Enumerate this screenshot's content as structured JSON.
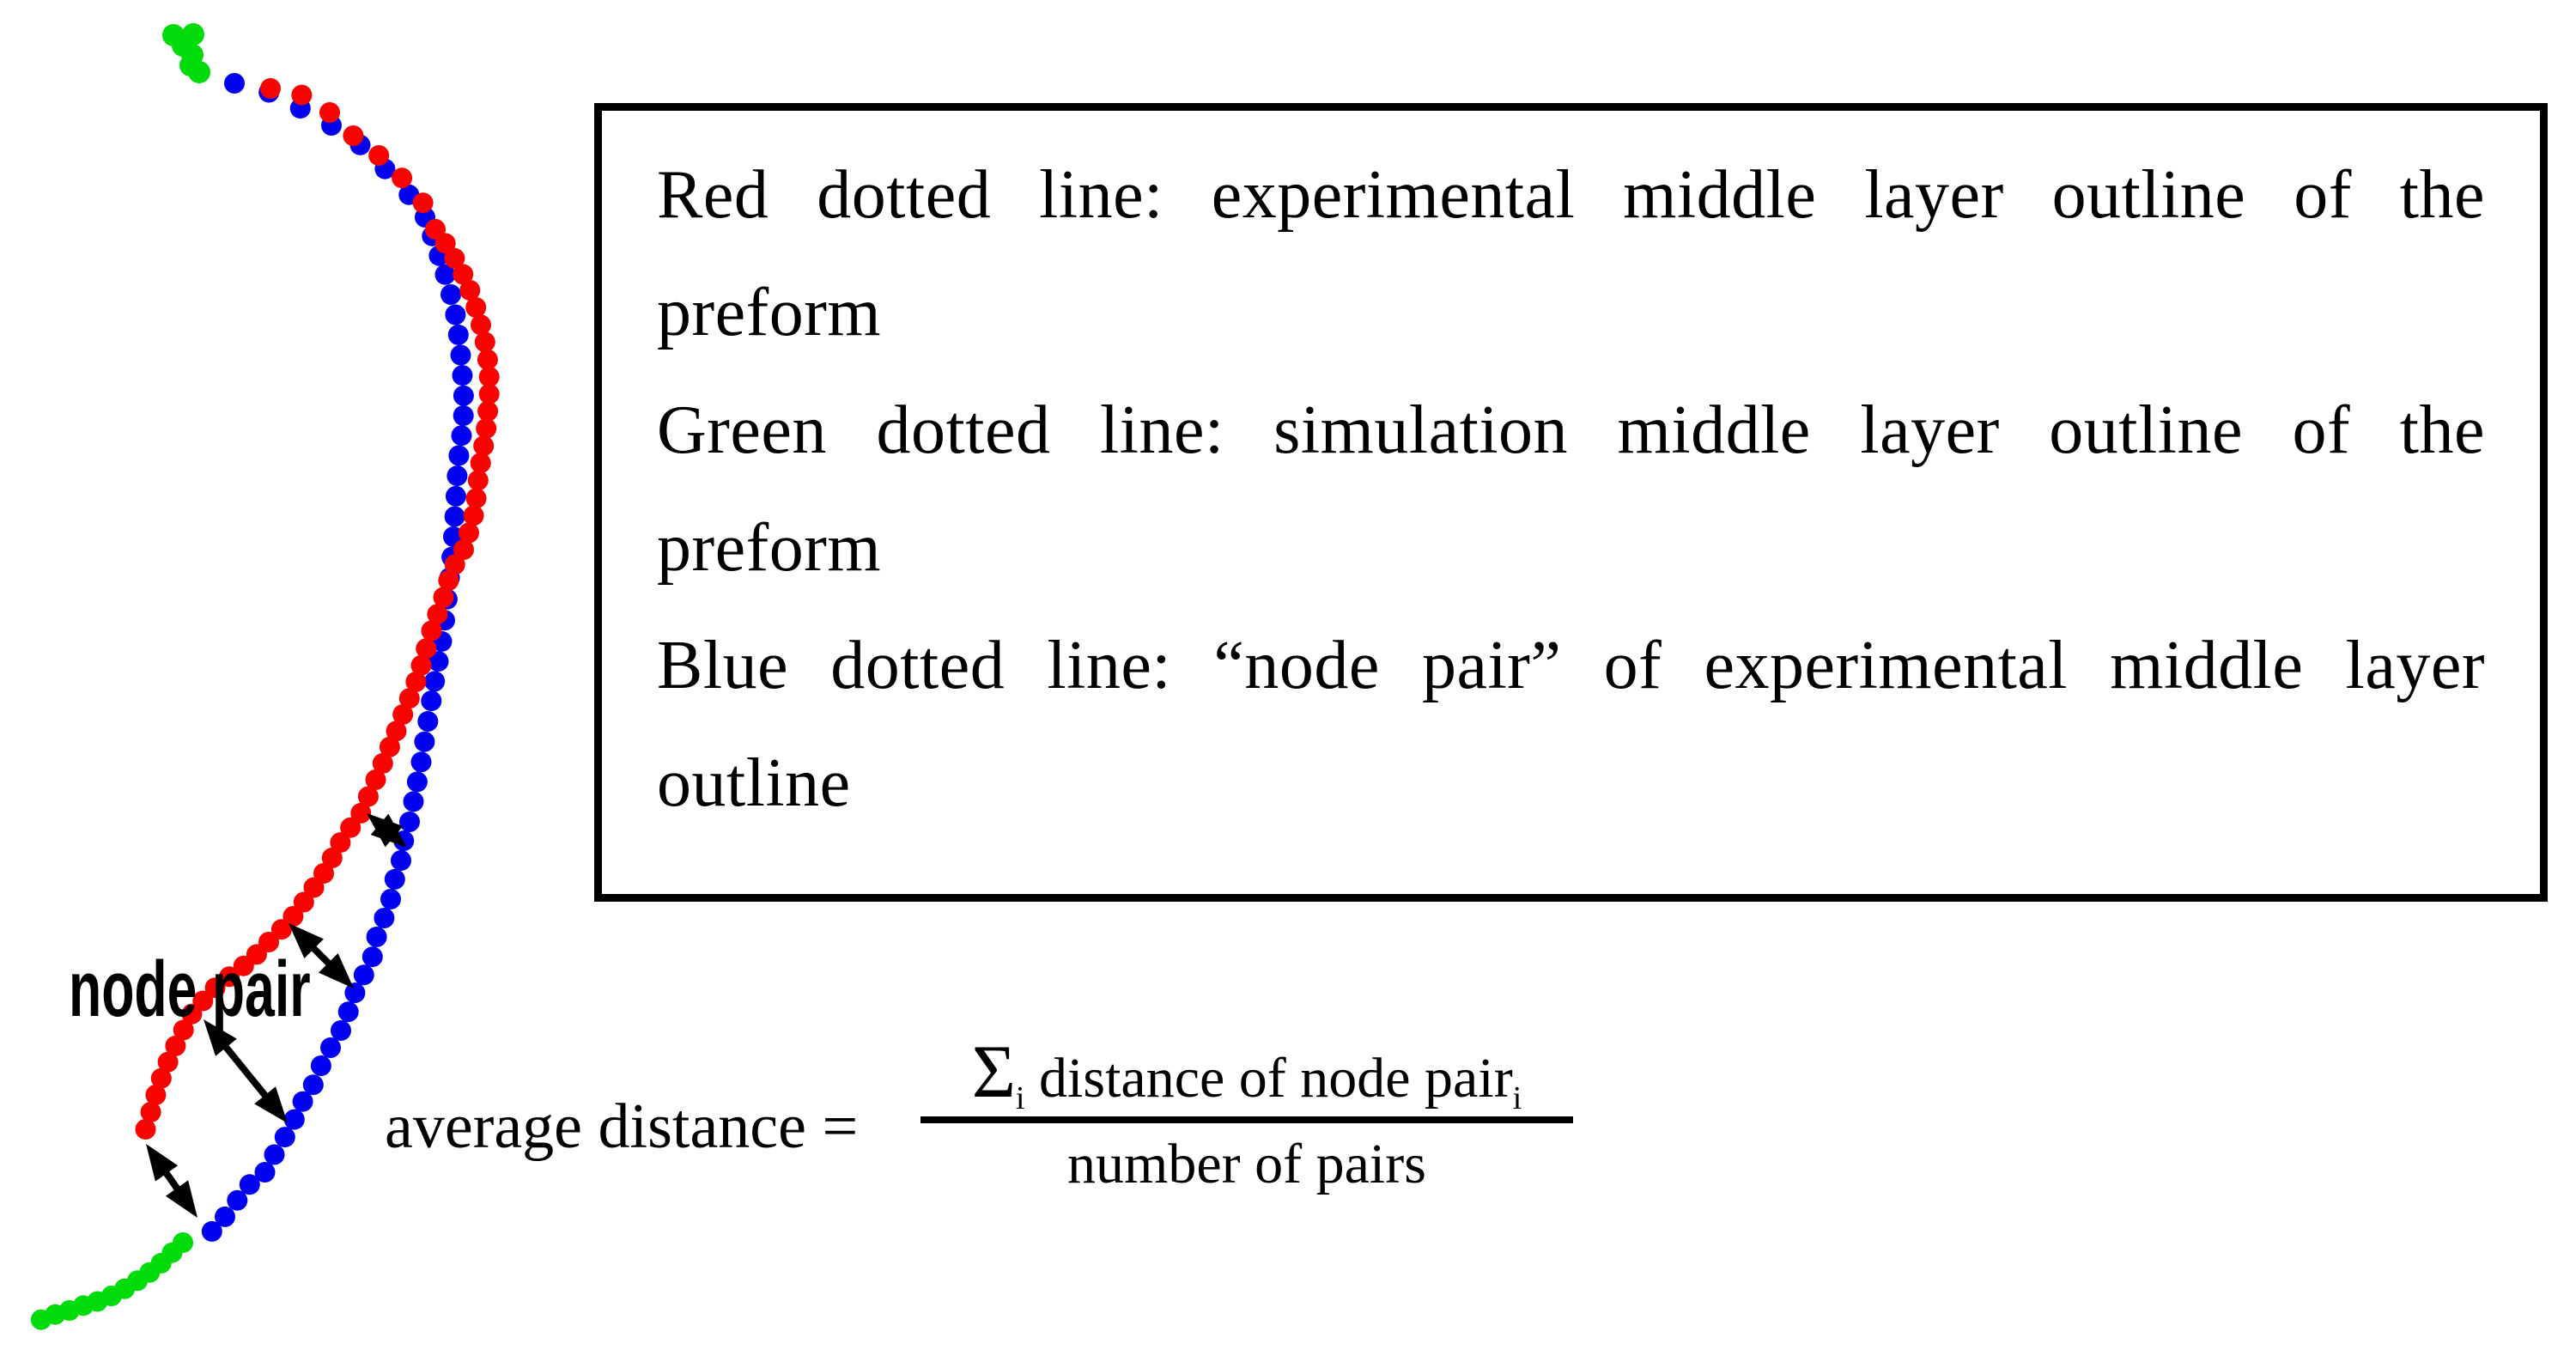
{
  "figure": {
    "legend_box": {
      "lines": [
        {
          "text": "Red dotted line: experimental middle layer outline of the",
          "justify": true
        },
        {
          "text": "preform",
          "justify": false
        },
        {
          "text": "Green dotted line: simulation middle layer outline of the",
          "justify": true
        },
        {
          "text": "preform",
          "justify": false
        },
        {
          "text": "Blue dotted line: “node pair” of experimental middle layer",
          "justify": true
        },
        {
          "text": "outline",
          "justify": false
        }
      ]
    },
    "node_pair_label": "node pair",
    "formula": {
      "lhs": "average distance",
      "equals": "=",
      "sigma": "Σ",
      "sigma_sub": "i",
      "numerator_text": " distance of node pair",
      "numerator_sub": "i",
      "denominator": "number of pairs"
    },
    "colors": {
      "red": "#f80400",
      "green": "#00dc0a",
      "blue": "#0101f0",
      "black": "#000000"
    },
    "chart_data": {
      "type": "scatter",
      "dot_radius": 12,
      "series": [
        {
          "name": "experimental-middle-layer-outline",
          "color_key": "red",
          "segments": [
            {
              "spacing": 37,
              "points": [
                [
                  315,
                  103
                ],
                [
                  350,
                  110
                ],
                [
                  384,
                  131
                ],
                [
                  409,
                  156
                ],
                [
                  440,
                  180
                ],
                [
                  466,
                  205
                ],
                [
                  490,
                  232
                ],
                [
                  507,
                  267
                ]
              ]
            },
            {
              "spacing": 20,
              "points": [
                [
                  507,
                  267
                ],
                [
                  523,
                  290
                ],
                [
                  538,
                  317
                ],
                [
                  551,
                  348
                ],
                [
                  563,
                  390
                ],
                [
                  568,
                  420
                ],
                [
                  570,
                  450
                ],
                [
                  568,
                  480
                ],
                [
                  565,
                  508
                ],
                [
                  558,
                  550
                ],
                [
                  553,
                  593
                ],
                [
                  548,
                  613
                ],
                [
                  540,
                  640
                ],
                [
                  527,
                  663
                ],
                [
                  515,
                  700
                ],
                [
                  503,
                  733
                ],
                [
                  492,
                  770
                ],
                [
                  484,
                  795
                ],
                [
                  472,
                  825
                ],
                [
                  458,
                  860
                ],
                [
                  444,
                  893
                ],
                [
                  430,
                  925
                ],
                [
                  417,
                  953
                ],
                [
                  403,
                  970
                ],
                [
                  390,
                  993
                ],
                [
                  377,
                  1017
                ],
                [
                  363,
                  1037
                ],
                [
                  347,
                  1060
                ],
                [
                  330,
                  1080
                ],
                [
                  313,
                  1097
                ],
                [
                  293,
                  1117
                ],
                [
                  273,
                  1133
                ],
                [
                  253,
                  1148
                ],
                [
                  235,
                  1167
                ],
                [
                  222,
                  1183
                ],
                [
                  212,
                  1203
                ],
                [
                  200,
                  1227
                ],
                [
                  190,
                  1250
                ],
                [
                  182,
                  1273
                ],
                [
                  175,
                  1297
                ],
                [
                  168,
                  1320
                ]
              ]
            }
          ]
        },
        {
          "name": "node-pair-outline",
          "color_key": "blue",
          "segments": [
            {
              "spacing": 40,
              "points": [
                [
                  273,
                  97
                ],
                [
                  317,
                  109
                ],
                [
                  362,
                  133
                ],
                [
                  394,
                  151
                ],
                [
                  431,
                  178
                ],
                [
                  454,
                  203
                ],
                [
                  479,
                  230
                ],
                [
                  495,
                  253
                ]
              ]
            },
            {
              "spacing": 23,
              "points": [
                [
                  495,
                  253
                ],
                [
                  507,
                  285
                ],
                [
                  517,
                  315
                ],
                [
                  525,
                  343
                ],
                [
                  531,
                  370
                ],
                [
                  535,
                  400
                ],
                [
                  538,
                  430
                ],
                [
                  540,
                  465
                ],
                [
                  539,
                  495
                ],
                [
                  535,
                  525
                ],
                [
                  532,
                  560
                ],
                [
                  530,
                  595
                ],
                [
                  528,
                  625
                ],
                [
                  525,
                  660
                ],
                [
                  517,
                  730
                ],
                [
                  510,
                  773
                ],
                [
                  505,
                  800
                ],
                [
                  500,
                  830
                ],
                [
                  495,
                  860
                ],
                [
                  490,
                  890
                ],
                [
                  483,
                  925
                ],
                [
                  477,
                  957
                ],
                [
                  470,
                  980
                ],
                [
                  467,
                  1002
                ],
                [
                  460,
                  1023
                ],
                [
                  455,
                  1047
                ],
                [
                  447,
                  1070
                ],
                [
                  438,
                  1093
                ],
                [
                  433,
                  1117
                ],
                [
                  423,
                  1137
                ],
                [
                  413,
                  1157
                ],
                [
                  405,
                  1180
                ],
                [
                  397,
                  1200
                ],
                [
                  385,
                  1220
                ],
                [
                  373,
                  1243
                ],
                [
                  363,
                  1267
                ],
                [
                  350,
                  1287
                ],
                [
                  340,
                  1310
                ],
                [
                  330,
                  1327
                ],
                [
                  318,
                  1347
                ],
                [
                  307,
                  1367
                ],
                [
                  293,
                  1377
                ],
                [
                  280,
                  1393
                ],
                [
                  267,
                  1410
                ],
                [
                  252,
                  1430
                ],
                [
                  240,
                  1437
                ]
              ]
            }
          ]
        },
        {
          "name": "simulation-middle-layer-outline-tail",
          "color_key": "green",
          "segments": [
            {
              "spacing": 17,
              "points": [
                [
                  213,
                  1447
                ],
                [
                  197,
                  1462
                ],
                [
                  182,
                  1476
                ],
                [
                  165,
                  1488
                ],
                [
                  148,
                  1499
                ],
                [
                  130,
                  1509
                ],
                [
                  112,
                  1516
                ],
                [
                  95,
                  1521
                ],
                [
                  78,
                  1527
                ],
                [
                  60,
                  1532
                ],
                [
                  45,
                  1538
                ],
                [
                  33,
                  1544
                ]
              ]
            }
          ]
        }
      ],
      "green_cluster_dots": [
        [
          202,
          41
        ],
        [
          225,
          40
        ],
        [
          213,
          53
        ],
        [
          224,
          64
        ],
        [
          222,
          76
        ],
        [
          232,
          84
        ]
      ],
      "arrows": [
        {
          "from": [
            427,
            947
          ],
          "to": [
            474,
            987
          ]
        },
        {
          "from": [
            336,
            1075
          ],
          "to": [
            412,
            1151
          ]
        },
        {
          "from": [
            237,
            1187
          ],
          "to": [
            335,
            1308
          ]
        },
        {
          "from": [
            170,
            1332
          ],
          "to": [
            230,
            1418
          ]
        }
      ]
    }
  }
}
